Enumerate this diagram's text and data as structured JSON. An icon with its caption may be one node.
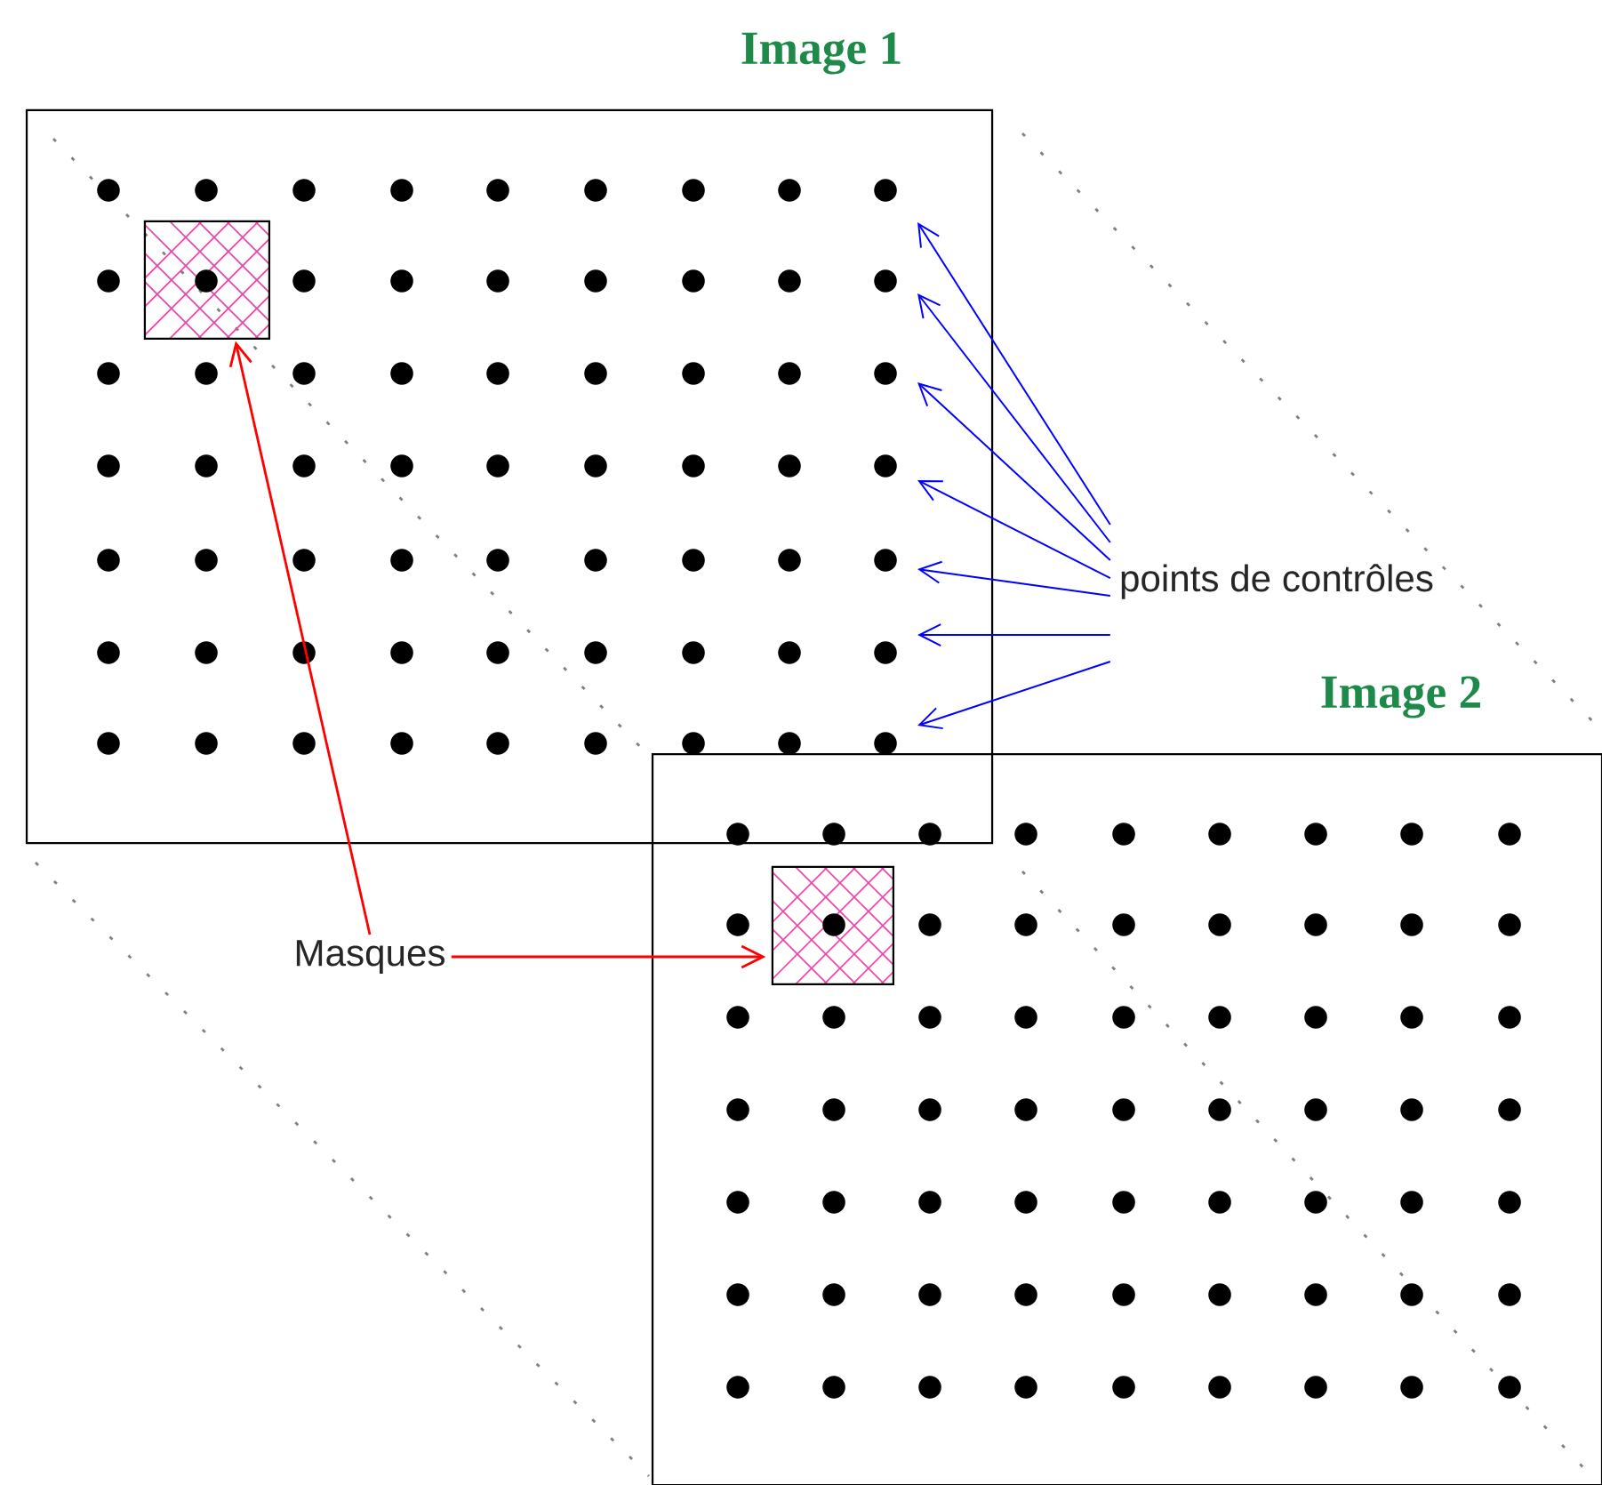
{
  "diagram": {
    "nodes": [
      {
        "text": [
          "Image 1"
        ]
      },
      {
        "text": [
          "Image 2"
        ]
      },
      {
        "text": [],
        "shape": "box",
        "in": 0
      },
      {
        "text": [],
        "shape": "box",
        "in": 1
      },
      {
        "text": [
          "Masques"
        ]
      },
      {
        "text": [
          "points de contrôles"
        ]
      }
    ],
    "edges": [
      {
        "from": 4,
        "to": 2,
        "arrow": "to",
        "color": "#ff0000"
      },
      {
        "from": 4,
        "to": 3,
        "arrow": "to",
        "color": "#ff0000"
      },
      {
        "from": 5,
        "to": null,
        "arrow": "to"
      },
      {
        "from": 5,
        "to": null,
        "arrow": "to"
      },
      {
        "from": 5,
        "to": null,
        "arrow": "to"
      },
      {
        "from": 5,
        "to": null,
        "arrow": "to"
      },
      {
        "from": 5,
        "to": null,
        "arrow": "to"
      },
      {
        "from": 5,
        "to": null,
        "arrow": "to"
      },
      {
        "from": 5,
        "to": null,
        "arrow": "to"
      }
    ]
  }
}
